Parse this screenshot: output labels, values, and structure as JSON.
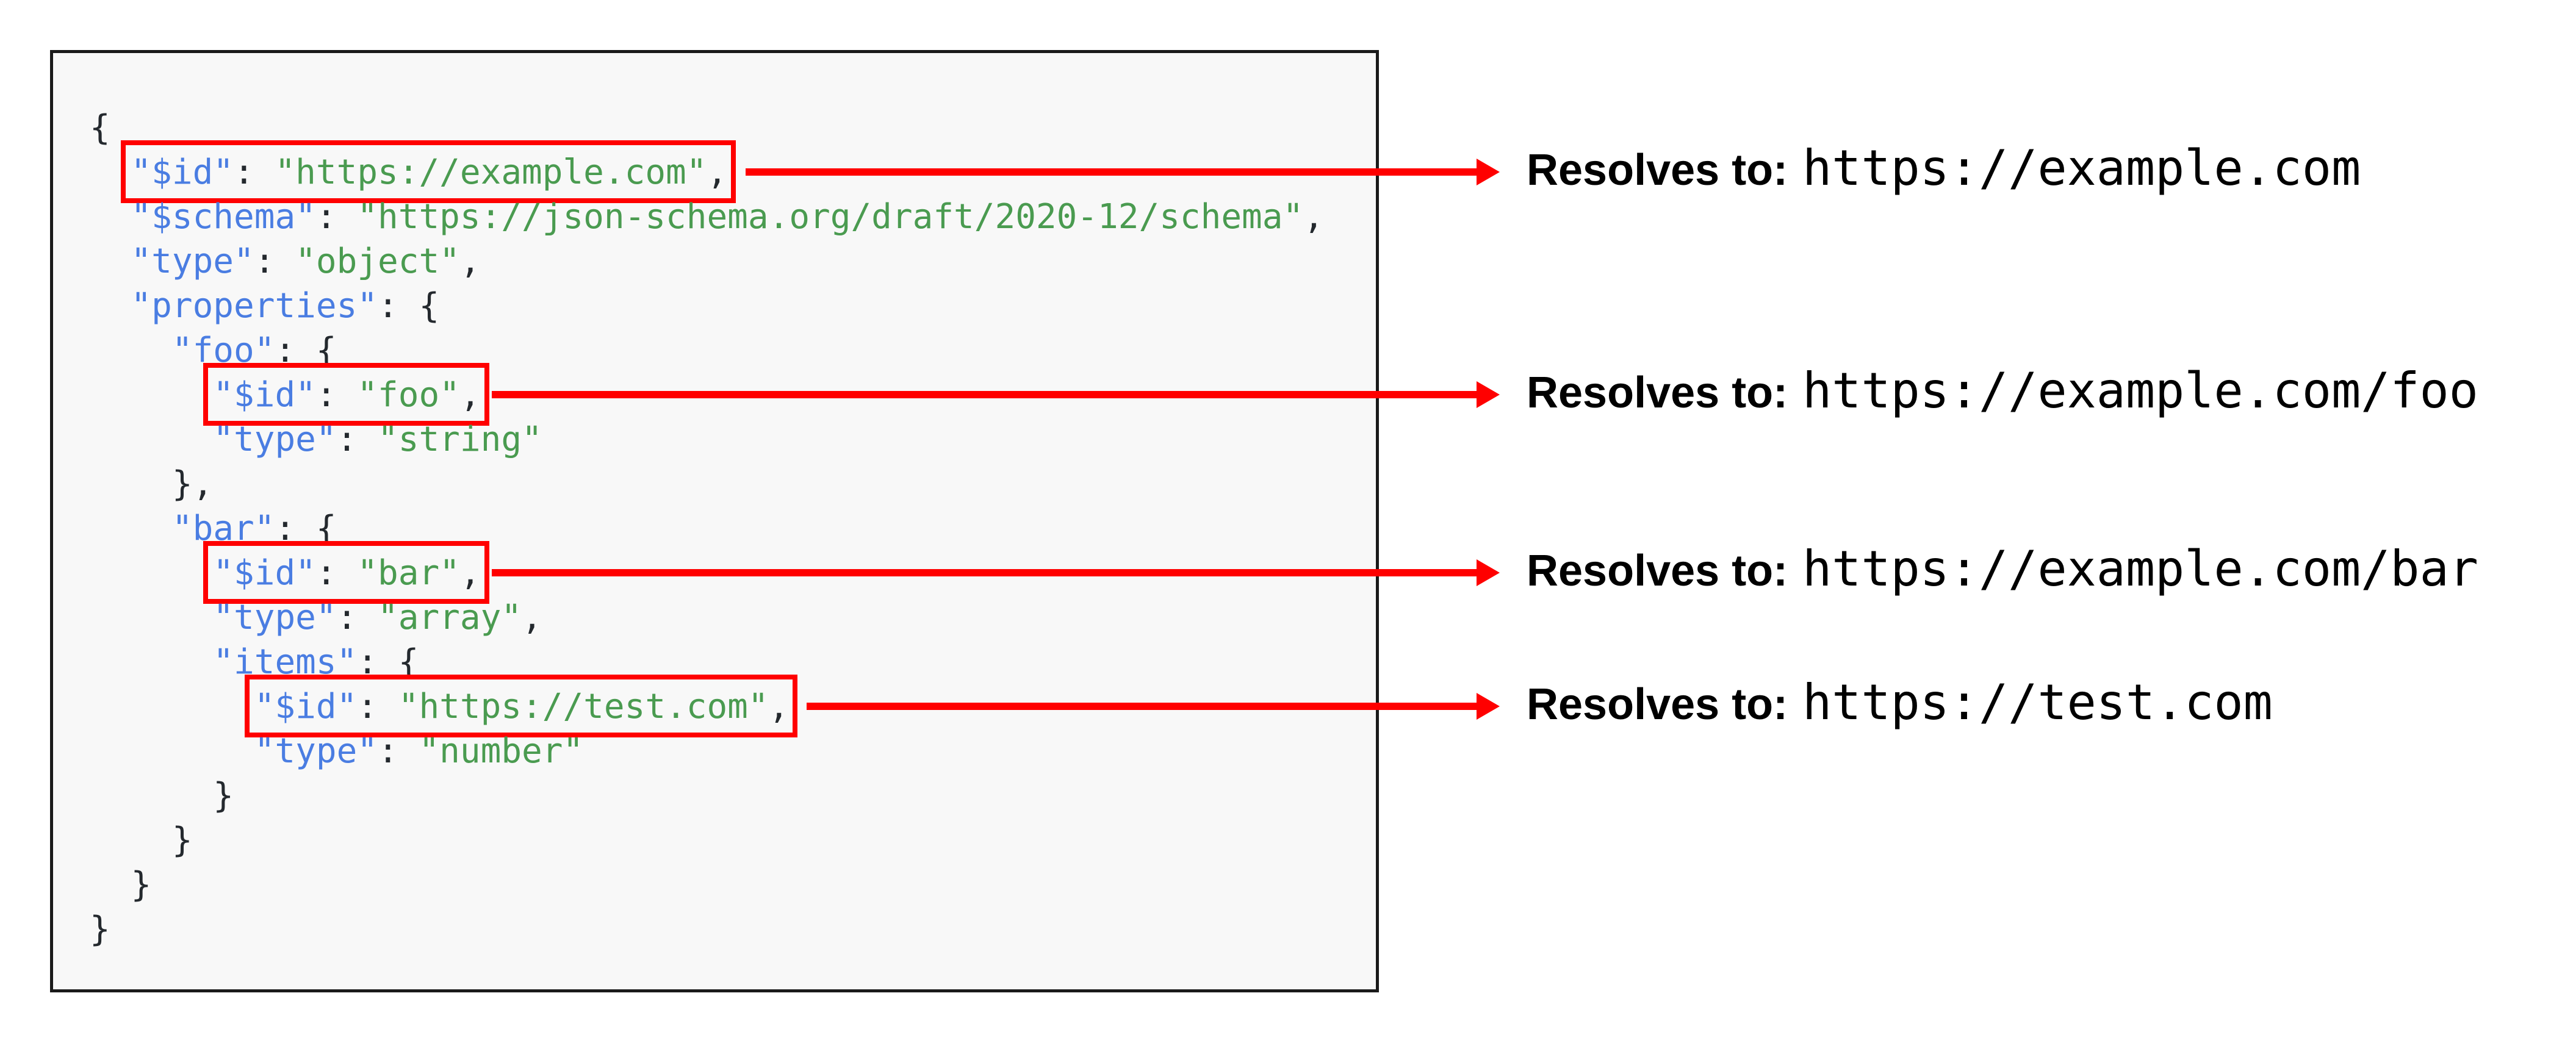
{
  "colors": {
    "key_blue": "#4a7de2",
    "string_green": "#4a9b50",
    "punctuation_dark": "#24292e",
    "highlight_red": "#ff0000",
    "panel_background": "#f8f8f8",
    "panel_border": "#1a1a1a"
  },
  "code": {
    "language": "json-schema",
    "lines": [
      {
        "indent": "",
        "boxed": false,
        "tokens": [
          {
            "t": "punc",
            "v": "{"
          }
        ]
      },
      {
        "indent": "  ",
        "boxed": true,
        "tokens": [
          {
            "t": "key",
            "v": "\"$id\""
          },
          {
            "t": "punc",
            "v": ": "
          },
          {
            "t": "str",
            "v": "\"https://example.com\""
          },
          {
            "t": "punc",
            "v": ","
          }
        ]
      },
      {
        "indent": "  ",
        "boxed": false,
        "tokens": [
          {
            "t": "key",
            "v": "\"$schema\""
          },
          {
            "t": "punc",
            "v": ": "
          },
          {
            "t": "str",
            "v": "\"https://json-schema.org/draft/2020-12/schema\""
          },
          {
            "t": "punc",
            "v": ","
          }
        ]
      },
      {
        "indent": "  ",
        "boxed": false,
        "tokens": [
          {
            "t": "key",
            "v": "\"type\""
          },
          {
            "t": "punc",
            "v": ": "
          },
          {
            "t": "str",
            "v": "\"object\""
          },
          {
            "t": "punc",
            "v": ","
          }
        ]
      },
      {
        "indent": "  ",
        "boxed": false,
        "tokens": [
          {
            "t": "key",
            "v": "\"properties\""
          },
          {
            "t": "punc",
            "v": ": {"
          }
        ]
      },
      {
        "indent": "    ",
        "boxed": false,
        "tokens": [
          {
            "t": "key",
            "v": "\"foo\""
          },
          {
            "t": "punc",
            "v": ": {"
          }
        ]
      },
      {
        "indent": "      ",
        "boxed": true,
        "tokens": [
          {
            "t": "key",
            "v": "\"$id\""
          },
          {
            "t": "punc",
            "v": ": "
          },
          {
            "t": "str",
            "v": "\"foo\""
          },
          {
            "t": "punc",
            "v": ","
          }
        ]
      },
      {
        "indent": "      ",
        "boxed": false,
        "tokens": [
          {
            "t": "key",
            "v": "\"type\""
          },
          {
            "t": "punc",
            "v": ": "
          },
          {
            "t": "str",
            "v": "\"string\""
          }
        ]
      },
      {
        "indent": "    ",
        "boxed": false,
        "tokens": [
          {
            "t": "punc",
            "v": "},"
          }
        ]
      },
      {
        "indent": "    ",
        "boxed": false,
        "tokens": [
          {
            "t": "key",
            "v": "\"bar\""
          },
          {
            "t": "punc",
            "v": ": {"
          }
        ]
      },
      {
        "indent": "      ",
        "boxed": true,
        "tokens": [
          {
            "t": "key",
            "v": "\"$id\""
          },
          {
            "t": "punc",
            "v": ": "
          },
          {
            "t": "str",
            "v": "\"bar\""
          },
          {
            "t": "punc",
            "v": ","
          }
        ]
      },
      {
        "indent": "      ",
        "boxed": false,
        "tokens": [
          {
            "t": "key",
            "v": "\"type\""
          },
          {
            "t": "punc",
            "v": ": "
          },
          {
            "t": "str",
            "v": "\"array\""
          },
          {
            "t": "punc",
            "v": ","
          }
        ]
      },
      {
        "indent": "      ",
        "boxed": false,
        "tokens": [
          {
            "t": "key",
            "v": "\"items\""
          },
          {
            "t": "punc",
            "v": ": {"
          }
        ]
      },
      {
        "indent": "        ",
        "boxed": true,
        "tokens": [
          {
            "t": "key",
            "v": "\"$id\""
          },
          {
            "t": "punc",
            "v": ": "
          },
          {
            "t": "str",
            "v": "\"https://test.com\""
          },
          {
            "t": "punc",
            "v": ","
          }
        ]
      },
      {
        "indent": "        ",
        "boxed": false,
        "tokens": [
          {
            "t": "key",
            "v": "\"type\""
          },
          {
            "t": "punc",
            "v": ": "
          },
          {
            "t": "str",
            "v": "\"number\""
          }
        ]
      },
      {
        "indent": "      ",
        "boxed": false,
        "tokens": [
          {
            "t": "punc",
            "v": "}"
          }
        ]
      },
      {
        "indent": "    ",
        "boxed": false,
        "tokens": [
          {
            "t": "punc",
            "v": "}"
          }
        ]
      },
      {
        "indent": "  ",
        "boxed": false,
        "tokens": [
          {
            "t": "punc",
            "v": "}"
          }
        ]
      },
      {
        "indent": "",
        "boxed": false,
        "tokens": [
          {
            "t": "punc",
            "v": "}"
          }
        ]
      }
    ]
  },
  "annotations": [
    {
      "label": "Resolves to:",
      "value": "https://example.com"
    },
    {
      "label": "Resolves to:",
      "value": "https://example.com/foo"
    },
    {
      "label": "Resolves to:",
      "value": "https://example.com/bar"
    },
    {
      "label": "Resolves to:",
      "value": "https://test.com"
    }
  ]
}
